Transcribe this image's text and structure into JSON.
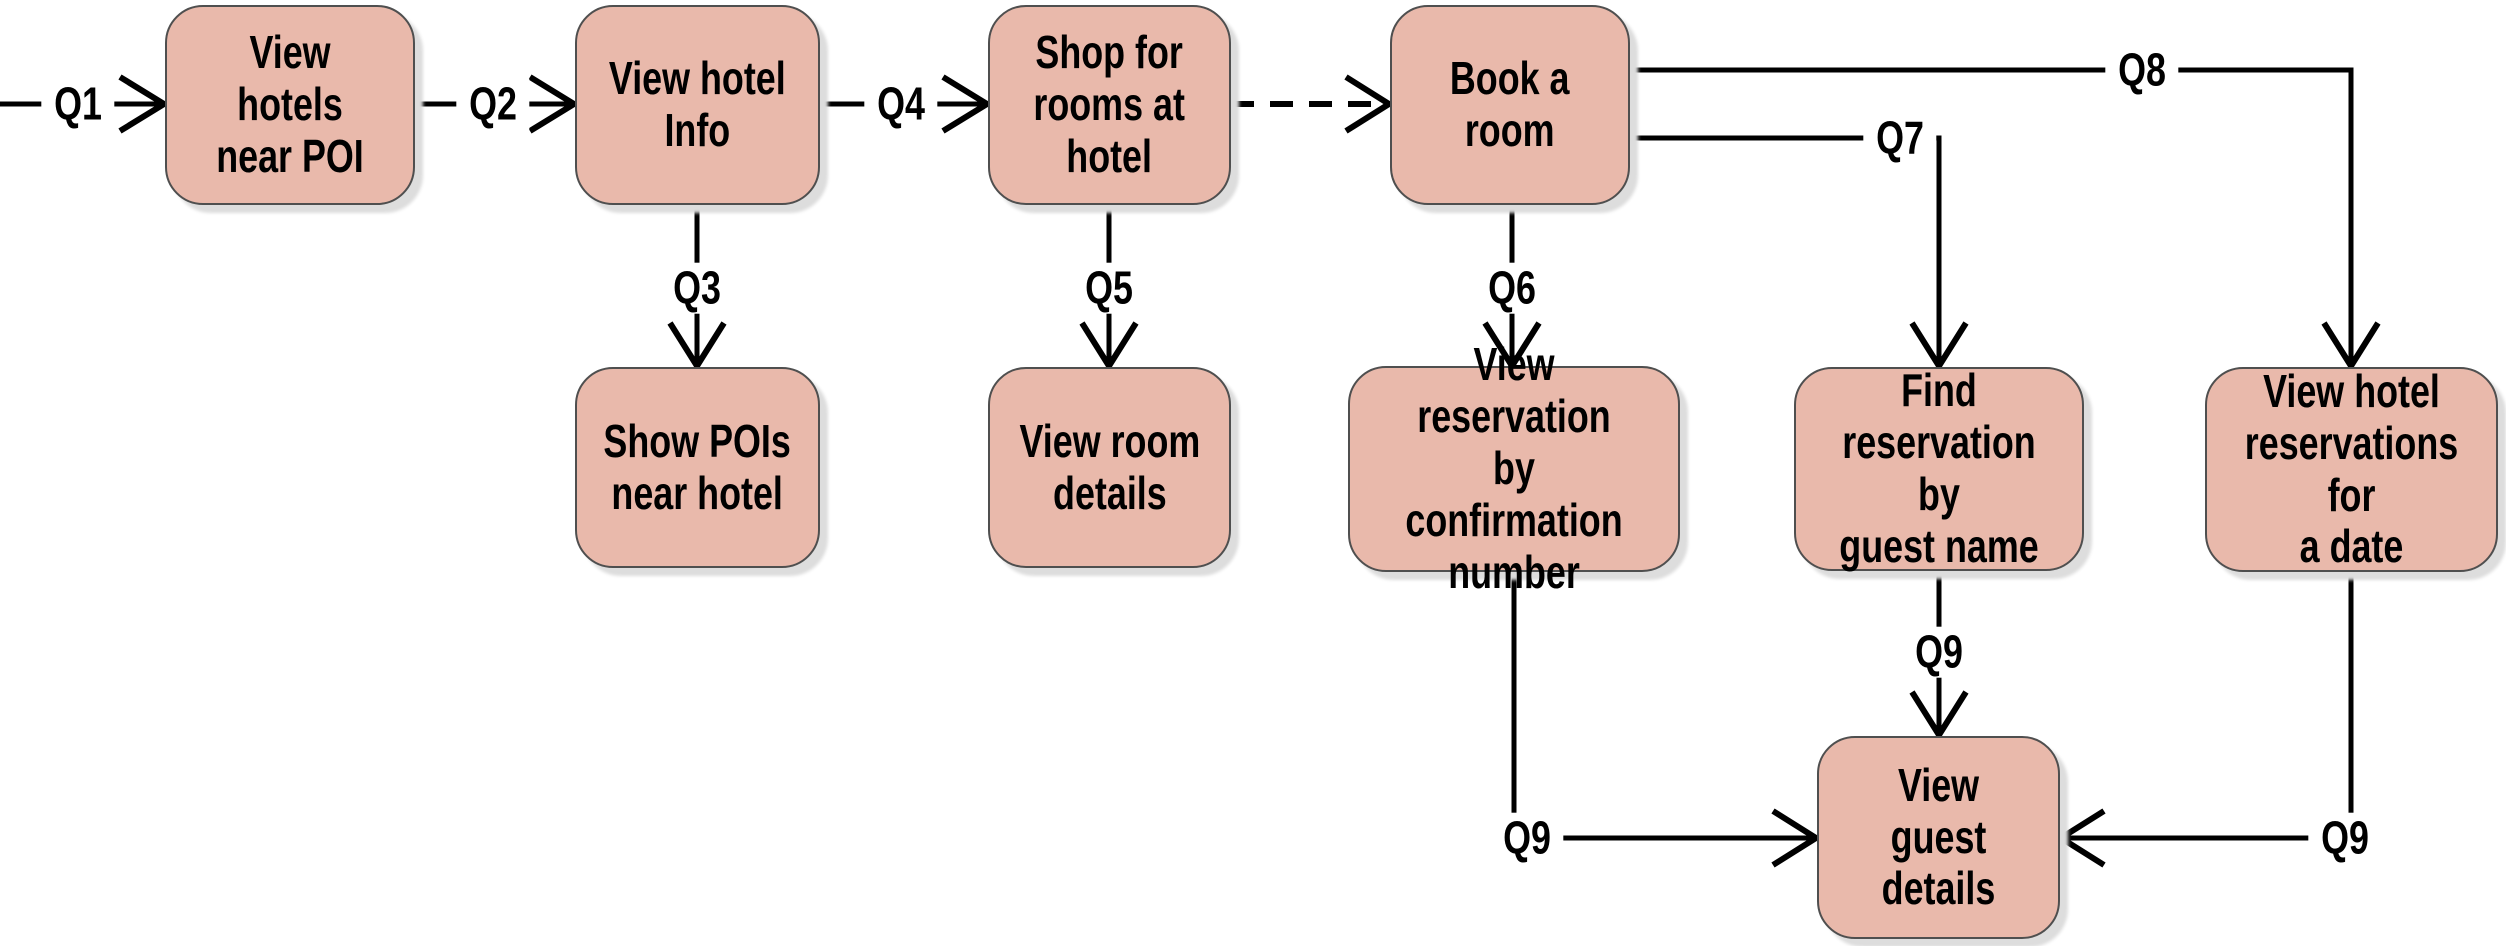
{
  "diagram": {
    "background": "#ffffff",
    "node_fill": "#e9b9ab",
    "node_border": "#4f4f4f",
    "edge_color": "#000000",
    "shadow_color": "#dddddd",
    "nodes": {
      "viewHotelsNearPoi": {
        "label": "View hotels\nnear POI"
      },
      "viewHotelInfo": {
        "label": "View hotel\nInfo"
      },
      "shopForRoomsAtHotel": {
        "label": "Shop for\nrooms at\nhotel"
      },
      "bookARoom": {
        "label": "Book a\nroom"
      },
      "showPoisNearHotel": {
        "label": "Show POIs\nnear hotel"
      },
      "viewRoomDetails": {
        "label": "View room\ndetails"
      },
      "viewReservationByConfirmationNumber": {
        "label": "View reservation\nby confirmation\nnumber"
      },
      "findReservationByGuestName": {
        "label": "Find\nreservation by\nguest name"
      },
      "viewHotelReservationsForADate": {
        "label": "View hotel\nreservations for\na date"
      },
      "viewGuestDetails": {
        "label": "View guest\ndetails"
      }
    },
    "edges": [
      {
        "label": "Q1",
        "from": "start",
        "to": "viewHotelsNearPoi",
        "style": "solid"
      },
      {
        "label": "Q2",
        "from": "viewHotelsNearPoi",
        "to": "viewHotelInfo",
        "style": "solid"
      },
      {
        "label": "Q3",
        "from": "viewHotelInfo",
        "to": "showPoisNearHotel",
        "style": "solid"
      },
      {
        "label": "Q4",
        "from": "viewHotelInfo",
        "to": "shopForRoomsAtHotel",
        "style": "solid"
      },
      {
        "label": "Q5",
        "from": "shopForRoomsAtHotel",
        "to": "viewRoomDetails",
        "style": "solid"
      },
      {
        "label": "",
        "from": "shopForRoomsAtHotel",
        "to": "bookARoom",
        "style": "dashed"
      },
      {
        "label": "Q6",
        "from": "bookARoom",
        "to": "viewReservationByConfirmationNumber",
        "style": "solid"
      },
      {
        "label": "Q7",
        "from": "bookARoom",
        "to": "findReservationByGuestName",
        "style": "solid"
      },
      {
        "label": "Q8",
        "from": "bookARoom",
        "to": "viewHotelReservationsForADate",
        "style": "solid"
      },
      {
        "label": "Q9",
        "from": "findReservationByGuestName",
        "to": "viewGuestDetails",
        "style": "solid"
      },
      {
        "label": "Q9",
        "from": "viewReservationByConfirmationNumber",
        "to": "viewGuestDetails",
        "style": "solid"
      },
      {
        "label": "Q9",
        "from": "viewHotelReservationsForADate",
        "to": "viewGuestDetails",
        "style": "solid"
      }
    ]
  }
}
